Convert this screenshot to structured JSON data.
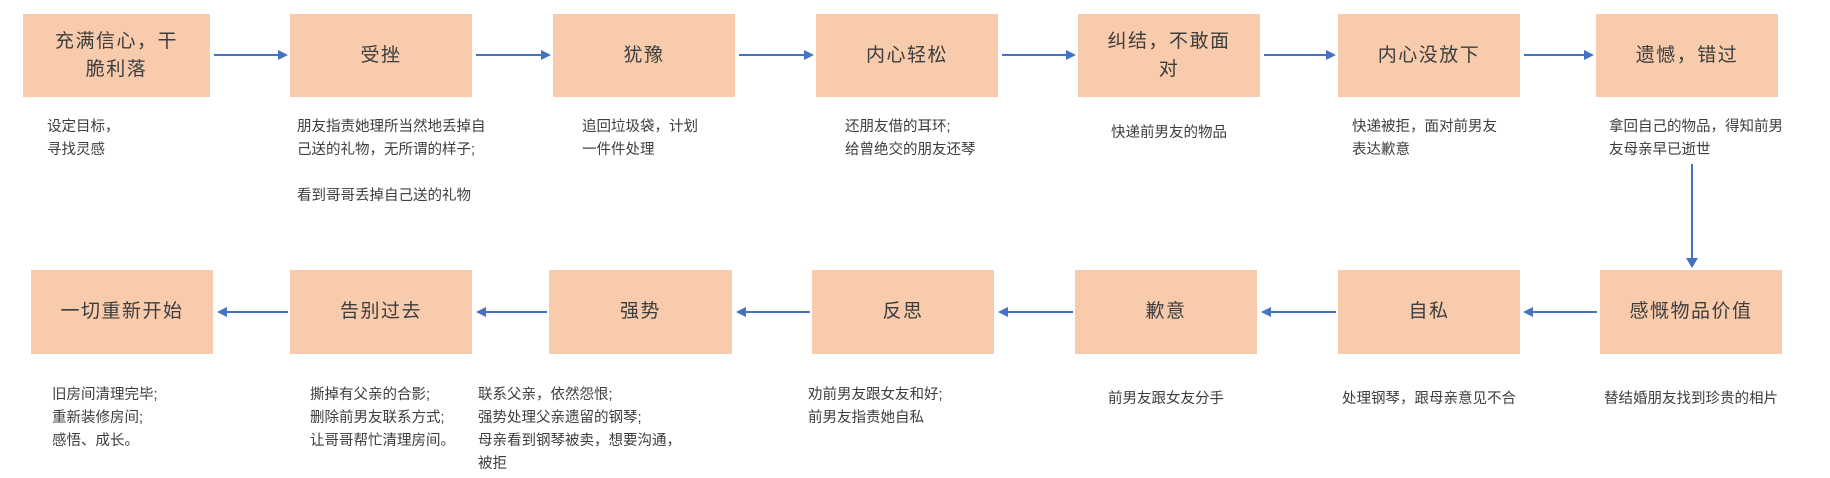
{
  "colors": {
    "box_fill": "#F7CBAC",
    "arrow": "#4472C4",
    "text": "#3D3D3D",
    "background": "#FFFFFF"
  },
  "connectors": {
    "top_row_flow": "left-to-right",
    "bottom_row_flow": "right-to-left",
    "link": "遗憾，错过 down to 感慨物品价值"
  },
  "flow": {
    "top": [
      {
        "title": "充满信心，干\n脆利落",
        "note": "设定目标，\n寻找灵感"
      },
      {
        "title": "受挫",
        "note": "朋友指责她理所当然地丢掉自\n己送的礼物，无所谓的样子;\n\n看到哥哥丢掉自己送的礼物"
      },
      {
        "title": "犹豫",
        "note": "追回垃圾袋，计划\n一件件处理"
      },
      {
        "title": "内心轻松",
        "note": "还朋友借的耳环;\n给曾绝交的朋友还琴"
      },
      {
        "title": "纠结，不敢面\n对",
        "note": "快递前男友的物品"
      },
      {
        "title": "内心没放下",
        "note": "快递被拒，面对前男友\n表达歉意"
      },
      {
        "title": "遗憾，错过",
        "note": "拿回自己的物品，得知前男\n友母亲早已逝世"
      }
    ],
    "bottom": [
      {
        "title": "一切重新开始",
        "note": "旧房间清理完毕;\n重新装修房间;\n感悟、成长。"
      },
      {
        "title": "告别过去",
        "note": "撕掉有父亲的合影;\n删除前男友联系方式;\n让哥哥帮忙清理房间。"
      },
      {
        "title": "强势",
        "note": "联系父亲，依然怨恨;\n强势处理父亲遗留的钢琴;\n母亲看到钢琴被卖，想要沟通，\n被拒"
      },
      {
        "title": "反思",
        "note": "劝前男友跟女友和好;\n前男友指责她自私"
      },
      {
        "title": "歉意",
        "note": "前男友跟女友分手"
      },
      {
        "title": "自私",
        "note": "处理钢琴，跟母亲意见不合"
      },
      {
        "title": "感慨物品价值",
        "note": "替结婚朋友找到珍贵的相片"
      }
    ]
  }
}
